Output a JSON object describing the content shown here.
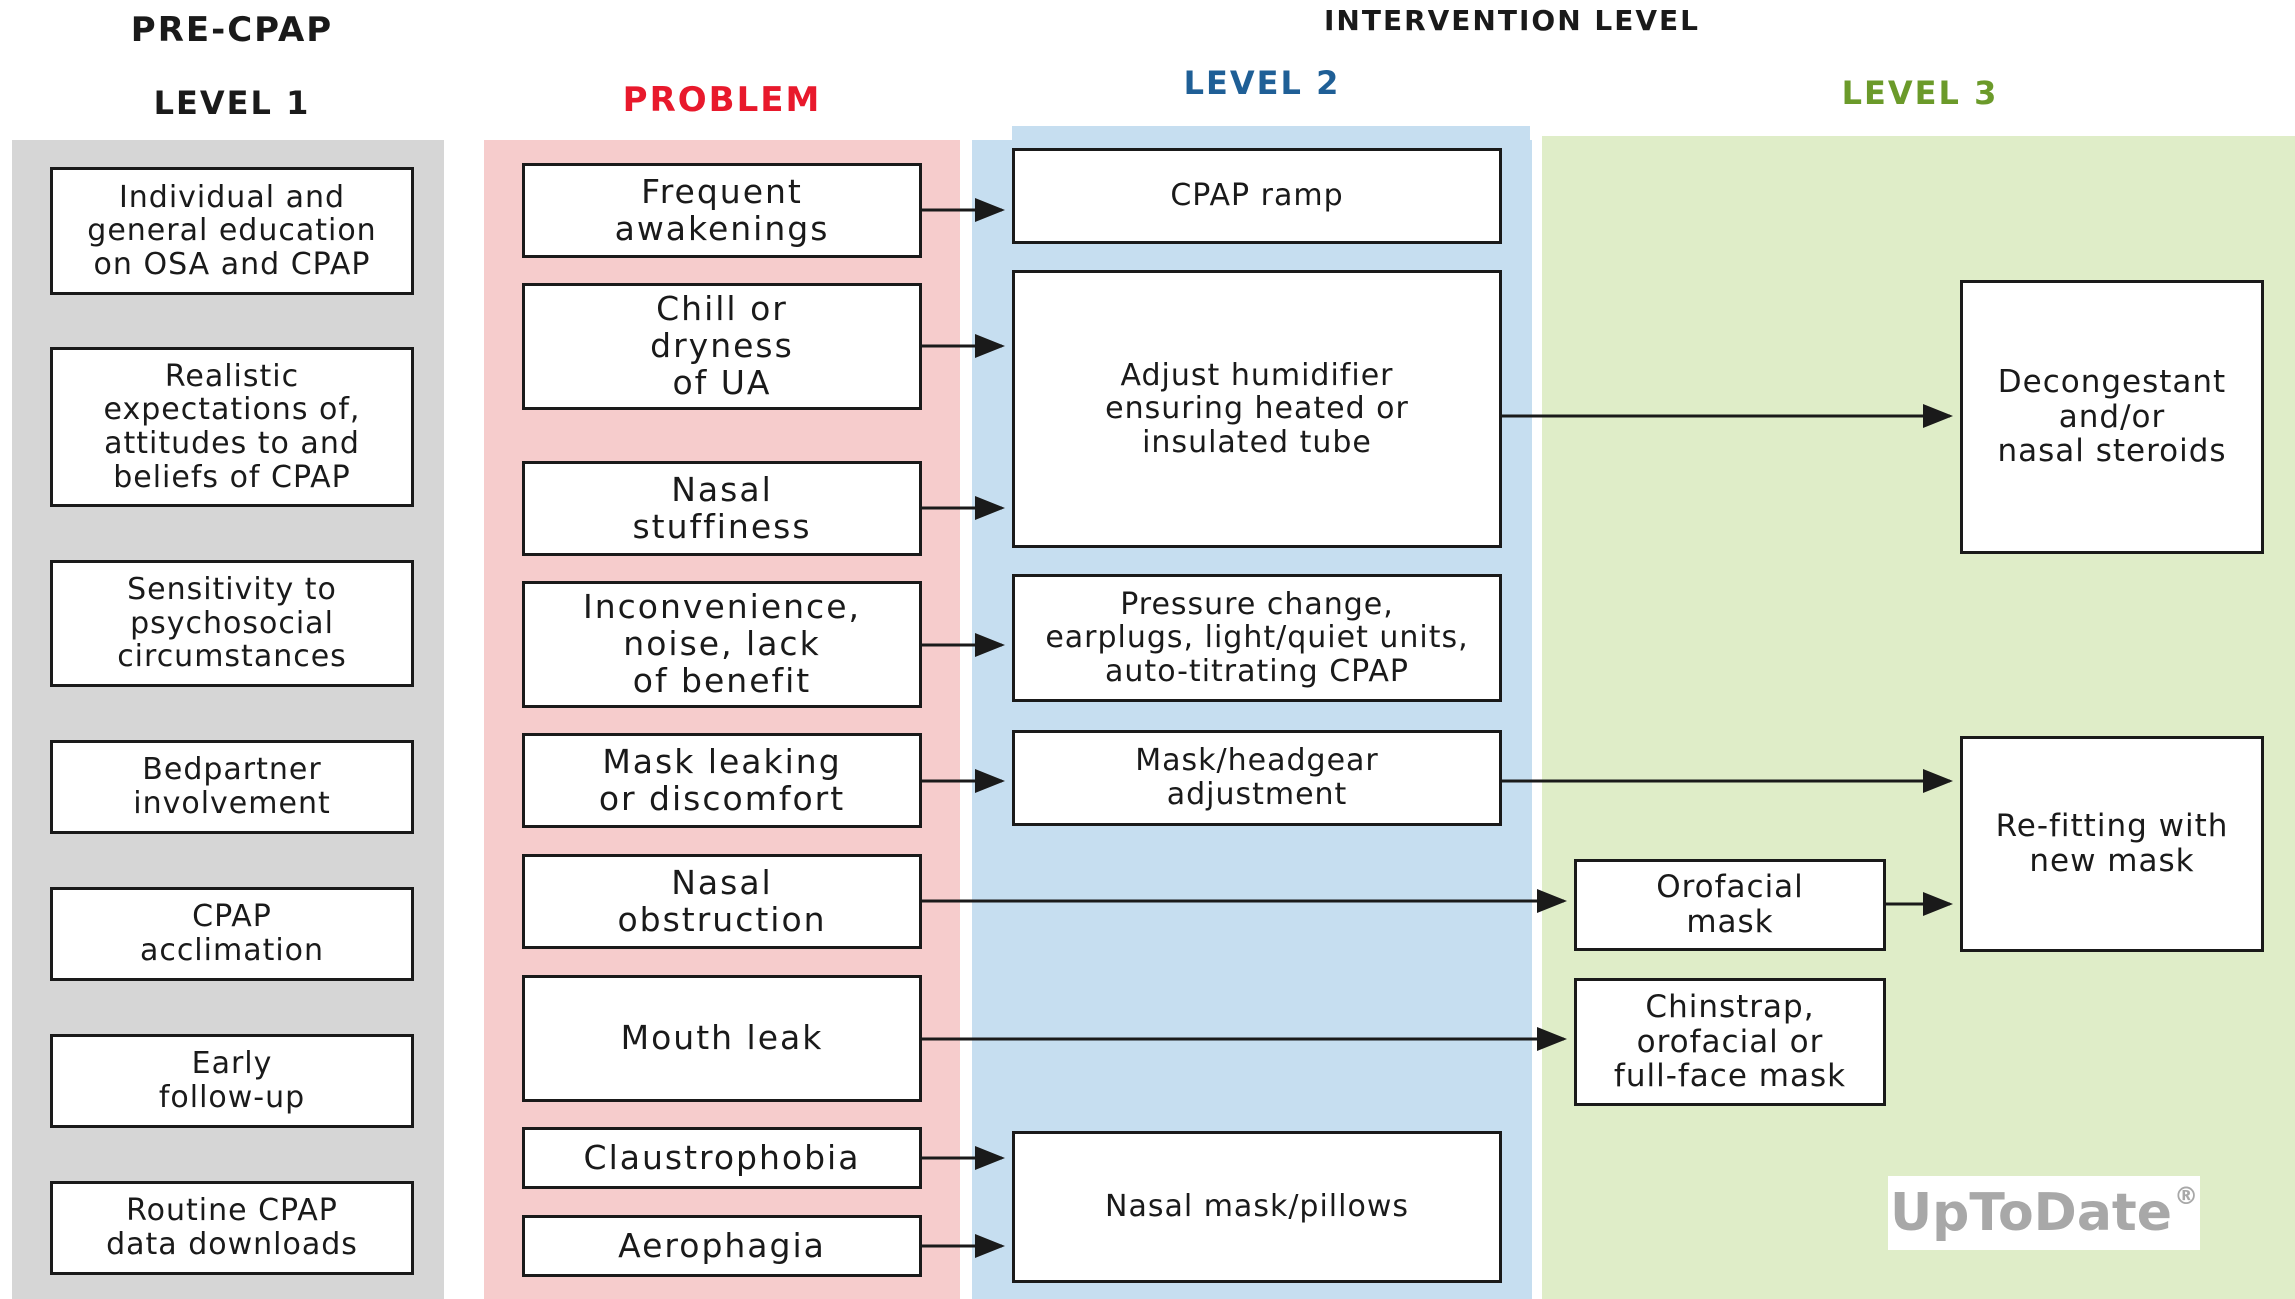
{
  "headers": {
    "pre_cpap": "PRE-CPAP",
    "level1": "LEVEL 1",
    "problem": "PROBLEM",
    "intervention_level": "INTERVENTION LEVEL",
    "level2": "LEVEL 2",
    "level3": "LEVEL 3"
  },
  "colors": {
    "level1_bg": "#d6d6d6",
    "problem_bg": "#f6cccc",
    "level2_bg": "#c6def0",
    "level3_bg": "#dfedc8",
    "problem_header": "#e8192c",
    "level2_header": "#1f5f96",
    "level3_header": "#6b9a2a"
  },
  "level1": [
    "Individual and\ngeneral education\non OSA and CPAP",
    "Realistic\nexpectations of,\nattitudes to and\nbeliefs of CPAP",
    "Sensitivity to\npsychosocial\ncircumstances",
    "Bedpartner\ninvolvement",
    "CPAP\nacclimation",
    "Early\nfollow-up",
    "Routine CPAP\ndata downloads"
  ],
  "problems": [
    "Frequent\nawakenings",
    "Chill or\ndryness\nof UA",
    "Nasal\nstuffiness",
    "Inconvenience,\nnoise, lack\nof benefit",
    "Mask leaking\nor discomfort",
    "Nasal\nobstruction",
    "Mouth leak",
    "Claustrophobia",
    "Aerophagia"
  ],
  "level2": [
    "CPAP ramp",
    "Adjust humidifier\nensuring heated or\ninsulated tube",
    "Pressure change,\nearplugs, light/quiet units,\nauto-titrating CPAP",
    "Mask/headgear\nadjustment",
    "Nasal mask/pillows"
  ],
  "level3": [
    "Decongestant\nand/or\nnasal steroids",
    "Re-fitting with\nnew mask",
    "Orofacial\nmask",
    "Chinstrap,\norofacial or\nfull-face mask"
  ],
  "logo": {
    "text": "UpToDate",
    "mark": "®"
  }
}
